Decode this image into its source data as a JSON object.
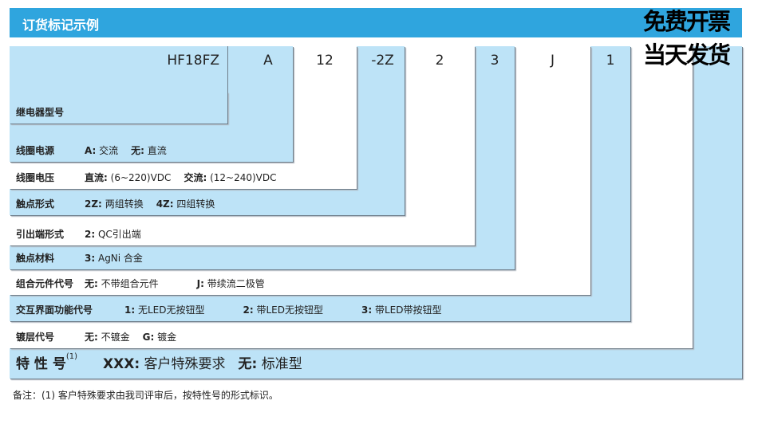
{
  "header": {
    "title": "订货标记示例"
  },
  "promo": {
    "line1": "免费开票",
    "line2": "当天发货"
  },
  "codes": [
    "HF18FZ",
    "A",
    "12",
    "-2Z",
    "2",
    "3",
    "J",
    "1"
  ],
  "rows": [
    {
      "label": "继电器型号",
      "options": []
    },
    {
      "label": "线圈电源",
      "options": [
        {
          "code": "A:",
          "text": "交流"
        },
        {
          "code": "无:",
          "text": "直流"
        }
      ]
    },
    {
      "label": "线圈电压",
      "options": [
        {
          "code": "直流:",
          "text": "(6~220)VDC"
        },
        {
          "code": "交流:",
          "text": "(12~240)VDC"
        }
      ]
    },
    {
      "label": "触点形式",
      "options": [
        {
          "code": "2Z:",
          "text": "两组转换"
        },
        {
          "code": "4Z:",
          "text": "四组转换"
        }
      ]
    },
    {
      "label": "引出端形式",
      "options": [
        {
          "code": "2:",
          "text": "QC引出端"
        }
      ]
    },
    {
      "label": "触点材料",
      "options": [
        {
          "code": "3:",
          "text": "AgNi 合金"
        }
      ]
    },
    {
      "label": "组合元件代号",
      "options": [
        {
          "code": "无:",
          "text": "不带组合元件"
        },
        {
          "code": "J:",
          "text": "带续流二极管"
        }
      ]
    },
    {
      "label": "交互界面功能代号",
      "options": [
        {
          "code": "1:",
          "text": "无LED无按钮型"
        },
        {
          "code": "2:",
          "text": "带LED无按钮型"
        },
        {
          "code": "3:",
          "text": "带LED带按钮型"
        }
      ]
    },
    {
      "label": "镀层代号",
      "options": [
        {
          "code": "无:",
          "text": "不镀金"
        },
        {
          "code": "G:",
          "text": "镀金"
        }
      ]
    },
    {
      "label": "特 性 号",
      "sup": "(1)",
      "options": [
        {
          "code": "XXX:",
          "text": "客户特殊要求"
        },
        {
          "code": "无:",
          "text": "标准型"
        }
      ]
    }
  ],
  "note": "备注：(1) 客户特殊要求由我司评审后，按特性号的形式标识。"
}
